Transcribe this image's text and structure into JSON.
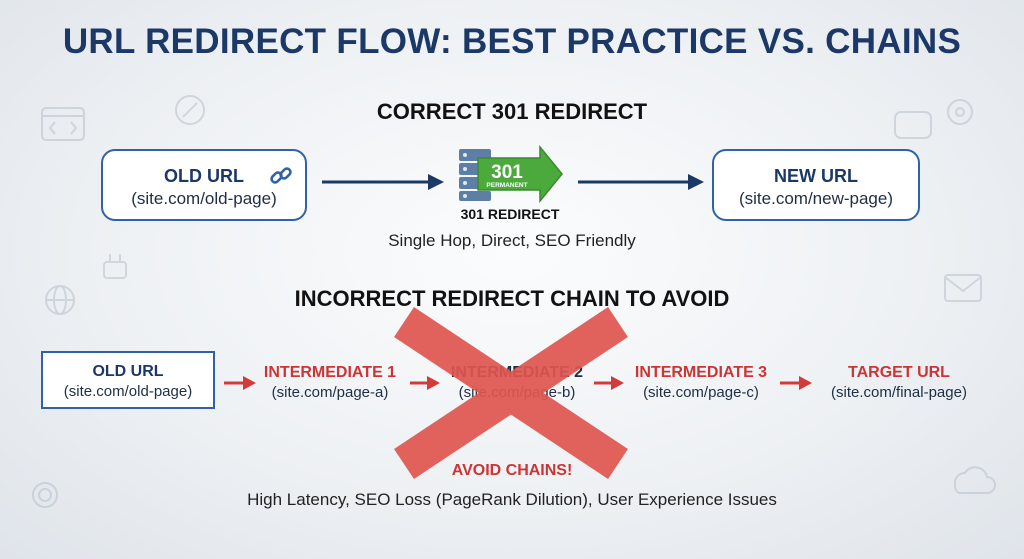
{
  "title": "URL REDIRECT FLOW: BEST PRACTICE VS. CHAINS",
  "correct": {
    "heading": "CORRECT 301 REDIRECT",
    "old": {
      "label": "OLD URL",
      "url": "(site.com/old-page)"
    },
    "new": {
      "label": "NEW URL",
      "url": "(site.com/new-page)"
    },
    "badge": {
      "code": "301",
      "sub": "PERMANENT"
    },
    "redirect_label": "301 REDIRECT",
    "caption": "Single Hop, Direct, SEO Friendly"
  },
  "incorrect": {
    "heading": "INCORRECT REDIRECT CHAIN TO AVOID",
    "old": {
      "label": "OLD URL",
      "url": "(site.com/old-page)"
    },
    "steps": [
      {
        "label": "INTERMEDIATE 1",
        "url": "(site.com/page-a)"
      },
      {
        "label": "INTERMEDIATE 2",
        "url": "(site.com/page-b)"
      },
      {
        "label": "INTERMEDIATE 3",
        "url": "(site.com/page-c)"
      },
      {
        "label": "TARGET URL",
        "url": "(site.com/final-page)"
      }
    ],
    "warning": "AVOID CHAINS!",
    "caption": "High Latency, SEO Loss (PageRank Dilution), User Experience Issues"
  },
  "colors": {
    "navy": "#1b3866",
    "box_border": "#2f62a6",
    "arrow_dark": "#1b3866",
    "arrow_red": "#d33a3a",
    "badge_green": "#4caa3c",
    "cross_red": "#e0564f",
    "server_blue": "#5d7fa6"
  },
  "icons": {
    "old_url": "link-icon",
    "redirect": "server-icon",
    "cross": "cross-icon"
  }
}
